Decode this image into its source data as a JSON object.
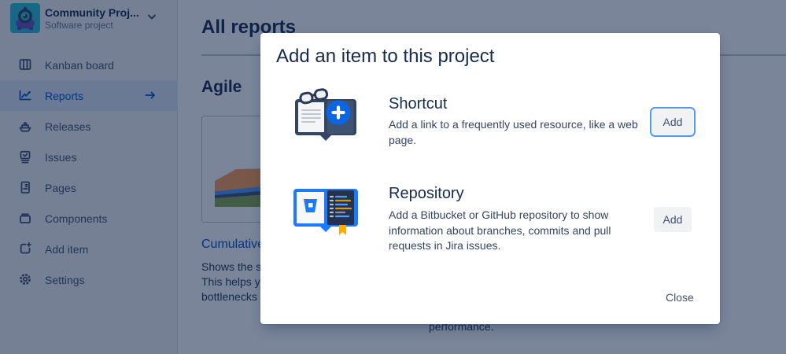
{
  "sidebar": {
    "project_name": "Community Proj...",
    "project_type": "Software project",
    "items": [
      {
        "label": "Kanban board"
      },
      {
        "label": "Reports",
        "active": true
      },
      {
        "label": "Releases"
      },
      {
        "label": "Issues"
      },
      {
        "label": "Pages"
      },
      {
        "label": "Components"
      },
      {
        "label": "Add item"
      },
      {
        "label": "Settings"
      }
    ]
  },
  "main": {
    "page_title": "All reports",
    "section_title": "Agile",
    "report_link": "Cumulative",
    "report_desc_line1": "Shows the s",
    "report_desc_line2": "This helps y",
    "report_desc_line3": "bottlenecks",
    "background_fragment": "performance."
  },
  "modal": {
    "title": "Add an item to this project",
    "items": [
      {
        "name": "Shortcut",
        "description": "Add a link to a frequently used resource, like a web page.",
        "button_label": "Add"
      },
      {
        "name": "Repository",
        "description": "Add a Bitbucket or GitHub repository to show information about branches, commits and pull requests in Jira issues.",
        "button_label": "Add"
      }
    ],
    "close_label": "Close"
  },
  "colors": {
    "accent_blue": "#0052CC",
    "focus_ring": "#4C9AFF",
    "blanket": "rgba(9,30,66,0.54)",
    "thumbnail_bands_bottom_to_top": [
      "#84A94A",
      "#42526E",
      "#4C9AFF",
      "#FF9D52"
    ]
  }
}
